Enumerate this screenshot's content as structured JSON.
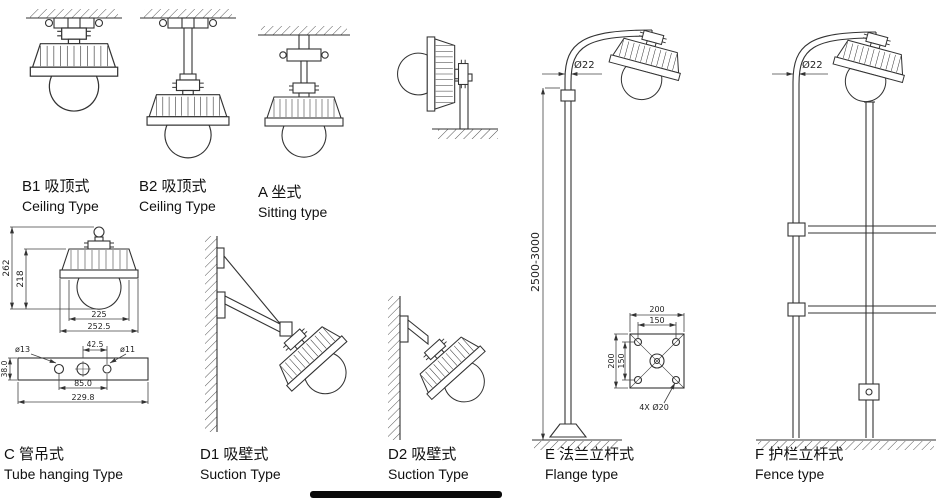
{
  "figures": {
    "b1": {
      "label_cn": "B1 吸顶式",
      "label_en": "Ceiling Type"
    },
    "b2": {
      "label_cn": "B2 吸顶式",
      "label_en": "Ceiling Type"
    },
    "a": {
      "label_cn": "A 坐式",
      "label_en": "Sitting type"
    },
    "c": {
      "label_cn": "C 管吊式",
      "label_en": "Tube hanging Type",
      "dims": {
        "overall_height": "262",
        "body_height": "218",
        "top_width": "225",
        "max_width": "252.5",
        "hole_offset": "42.5",
        "hole_left_dia": "ø13",
        "hole_right_dia": "ø11",
        "plate_height": "38.0",
        "hole_spacing": "85.0",
        "plate_width": "229.8"
      }
    },
    "d1": {
      "label_cn": "D1 吸壁式",
      "label_en": "Suction Type"
    },
    "d2": {
      "label_cn": "D2 吸壁式",
      "label_en": "Suction Type"
    },
    "e": {
      "label_cn": "E 法兰立杆式",
      "label_en": "Flange type",
      "dims": {
        "pole_dia": "Ø22",
        "pole_height": "2500-3000",
        "flange_outer": "200",
        "flange_inner": "150",
        "bolt_holes": "4X Ø20"
      }
    },
    "f": {
      "label_cn": "F 护栏立杆式",
      "label_en": "Fence type",
      "dims": {
        "pole_dia": "Ø22"
      }
    }
  }
}
